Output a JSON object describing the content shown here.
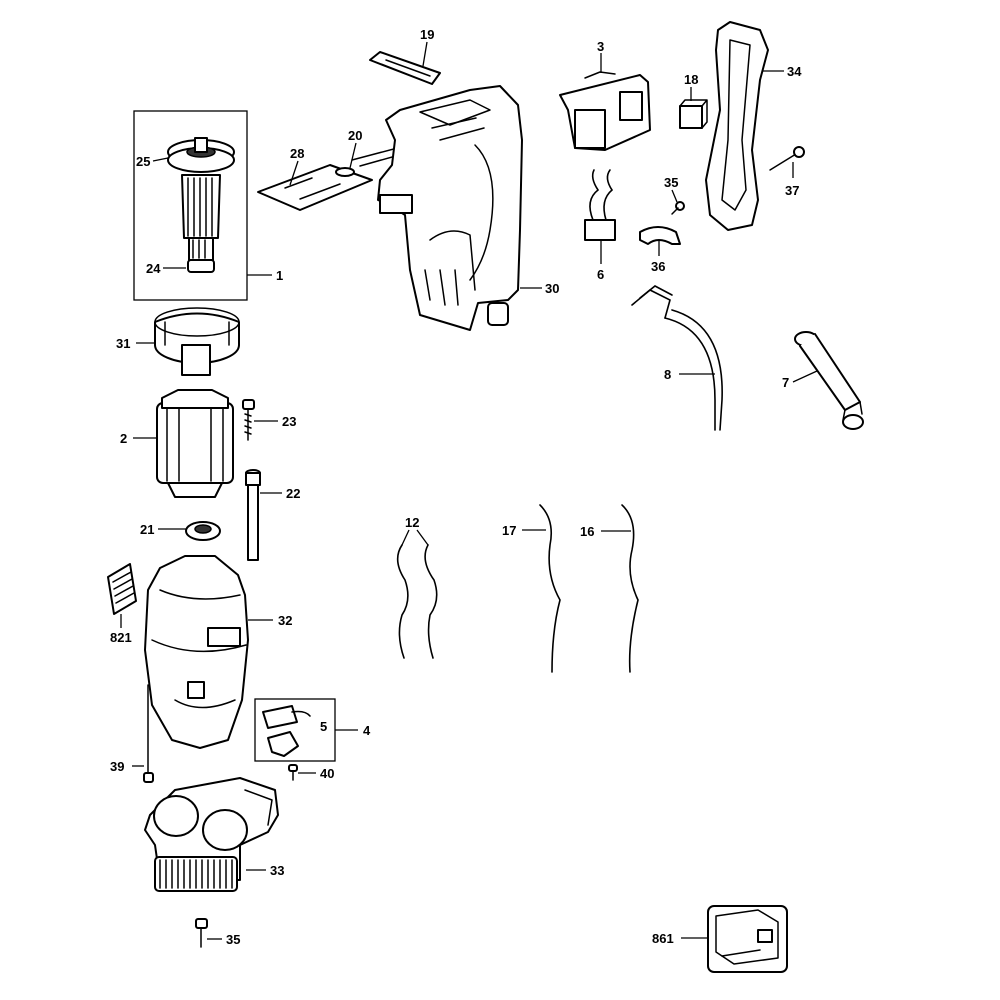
{
  "diagram": {
    "callouts": {
      "p1": "1",
      "p2": "2",
      "p3": "3",
      "p4": "4",
      "p5": "5",
      "p6": "6",
      "p7": "7",
      "p8": "8",
      "p12": "12",
      "p16": "16",
      "p17": "17",
      "p18": "18",
      "p19": "19",
      "p20": "20",
      "p21": "21",
      "p22": "22",
      "p23": "23",
      "p24": "24",
      "p25": "25",
      "p28": "28",
      "p30": "30",
      "p31": "31",
      "p32": "32",
      "p33": "33",
      "p34": "34",
      "p35a": "35",
      "p35b": "35",
      "p36": "36",
      "p37": "37",
      "p39": "39",
      "p40": "40",
      "p821": "821",
      "p861": "861"
    }
  }
}
